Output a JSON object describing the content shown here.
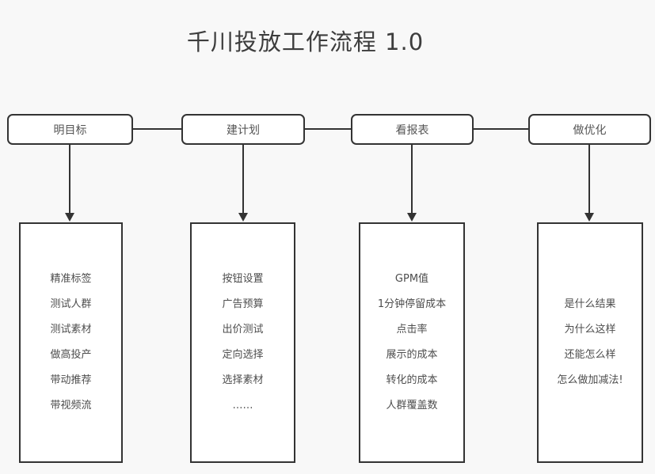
{
  "title": "千川投放工作流程 1.0",
  "colors": {
    "bg": "#f8f8f8",
    "node-fill": "#ffffff",
    "line": "#333333",
    "title-text": "#3d3d3d",
    "node-text": "#555555",
    "item-text": "#4d4d4d"
  },
  "flow": {
    "steps": [
      {
        "label": "明目标",
        "items": [
          "精准标签",
          "测试人群",
          "测试素材",
          "做高投产",
          "带动推荐",
          "带视频流"
        ]
      },
      {
        "label": "建计划",
        "items": [
          "按钮设置",
          "广告预算",
          "出价测试",
          "定向选择",
          "选择素材",
          "……"
        ]
      },
      {
        "label": "看报表",
        "items": [
          "GPM值",
          "1分钟停留成本",
          "点击率",
          "展示的成本",
          "转化的成本",
          "人群覆盖数"
        ]
      },
      {
        "label": "做优化",
        "items": [
          "是什么结果",
          "为什么这样",
          "还能怎么样",
          "怎么做加减法!"
        ]
      }
    ]
  }
}
